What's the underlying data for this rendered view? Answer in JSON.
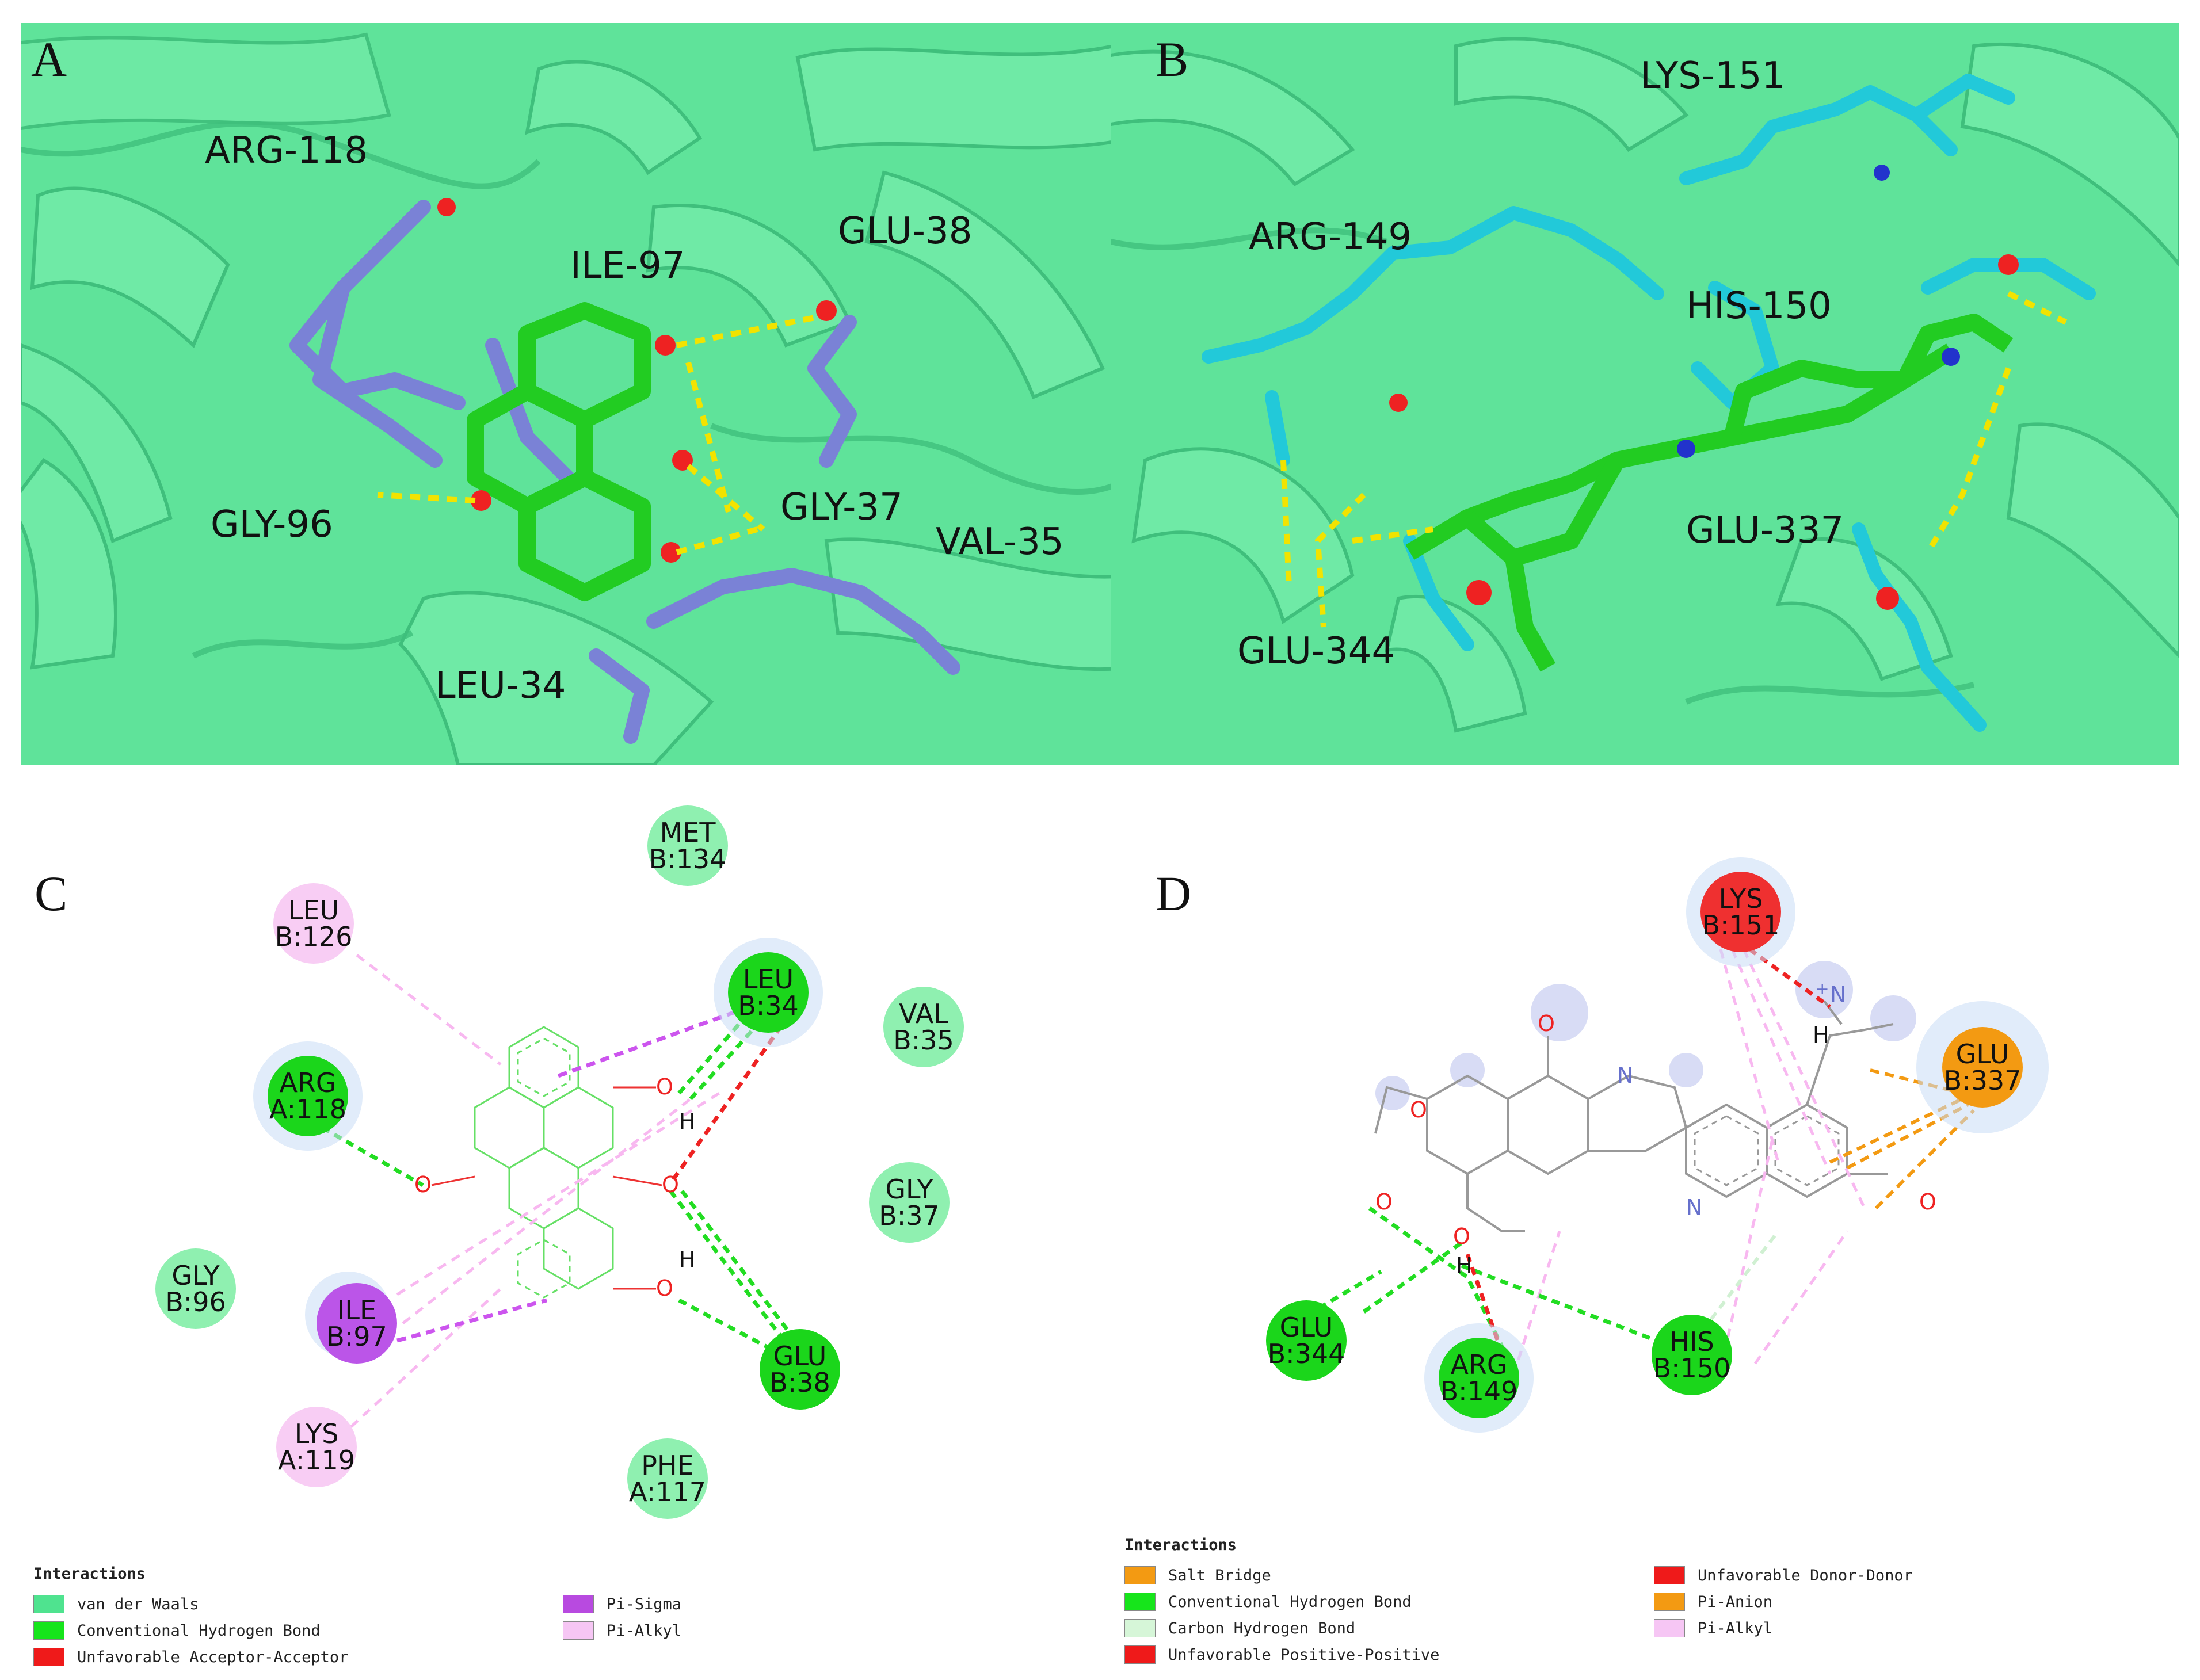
{
  "panels": {
    "A": {
      "label": "A",
      "residues": [
        "ARG-118",
        "ILE-97",
        "GLU-38",
        "GLY-96",
        "GLY-37",
        "VAL-35",
        "LEU-34"
      ]
    },
    "B": {
      "label": "B",
      "residues": [
        "LYS-151",
        "ARG-149",
        "HIS-150",
        "GLU-337",
        "GLU-344"
      ]
    },
    "C": {
      "label": "C",
      "residues": [
        {
          "name": "MET",
          "chain": "B:134",
          "type": "van der Waals"
        },
        {
          "name": "LEU",
          "chain": "B:126",
          "type": "Pi-Alkyl"
        },
        {
          "name": "LEU",
          "chain": "B:34",
          "type": "Conventional Hydrogen Bond"
        },
        {
          "name": "VAL",
          "chain": "B:35",
          "type": "van der Waals"
        },
        {
          "name": "ARG",
          "chain": "A:118",
          "type": "Conventional Hydrogen Bond"
        },
        {
          "name": "GLY",
          "chain": "B:37",
          "type": "van der Waals"
        },
        {
          "name": "GLY",
          "chain": "B:96",
          "type": "van der Waals"
        },
        {
          "name": "ILE",
          "chain": "B:97",
          "type": "Pi-Sigma"
        },
        {
          "name": "GLU",
          "chain": "B:38",
          "type": "Conventional Hydrogen Bond"
        },
        {
          "name": "LYS",
          "chain": "A:119",
          "type": "Pi-Alkyl"
        },
        {
          "name": "PHE",
          "chain": "A:117",
          "type": "van der Waals"
        }
      ],
      "atoms": [
        "O",
        "H",
        "O",
        "O",
        "O",
        "H",
        "O"
      ],
      "legend": {
        "title": "Interactions",
        "items": [
          {
            "label": "van der Waals",
            "color": "#4fe38f"
          },
          {
            "label": "Conventional Hydrogen Bond",
            "color": "#16e51b"
          },
          {
            "label": "Unfavorable Acceptor-Acceptor",
            "color": "#ef1a1a"
          },
          {
            "label": "Pi-Sigma",
            "color": "#b84ae0"
          },
          {
            "label": "Pi-Alkyl",
            "color": "#f6c6f4"
          }
        ]
      }
    },
    "D": {
      "label": "D",
      "residues": [
        {
          "name": "LYS",
          "chain": "B:151",
          "type": "Unfavorable Positive-Positive"
        },
        {
          "name": "GLU",
          "chain": "B:337",
          "type": "Salt Bridge"
        },
        {
          "name": "GLU",
          "chain": "B:344",
          "type": "Conventional Hydrogen Bond"
        },
        {
          "name": "ARG",
          "chain": "B:149",
          "type": "Conventional Hydrogen Bond"
        },
        {
          "name": "HIS",
          "chain": "B:150",
          "type": "Conventional Hydrogen Bond"
        }
      ],
      "atoms": [
        "O",
        "N",
        "O",
        "O",
        "O",
        "N",
        "N",
        "H",
        "H",
        "O",
        "+"
      ],
      "legend": {
        "title": "Interactions",
        "items": [
          {
            "label": "Salt Bridge",
            "color": "#f39a12"
          },
          {
            "label": "Conventional Hydrogen Bond",
            "color": "#16e51b"
          },
          {
            "label": "Carbon Hydrogen Bond",
            "color": "#d6f6d8"
          },
          {
            "label": "Unfavorable Positive-Positive",
            "color": "#ef1a1a"
          },
          {
            "label": "Unfavorable Donor-Donor",
            "color": "#ef1a1a"
          },
          {
            "label": "Pi-Anion",
            "color": "#f39a12"
          },
          {
            "label": "Pi-Alkyl",
            "color": "#f6c6f4"
          }
        ]
      }
    }
  },
  "colors": {
    "cartoon": "#5fe39a",
    "cartoon_dark": "#3cbf78",
    "ligand": "#22cc22",
    "residue_a": "#7a82d6",
    "residue_b": "#22c9d9",
    "hbond": "#f2e300",
    "oxygen": "#ee2222",
    "nitrogen": "#2233cc",
    "vdw": "#8ff0b0",
    "hb_green": "#1bd61b",
    "pi_alkyl": "#f8cdf4",
    "pi_sigma": "#bb55e8",
    "orange": "#f39a12",
    "red": "#ef3030"
  }
}
